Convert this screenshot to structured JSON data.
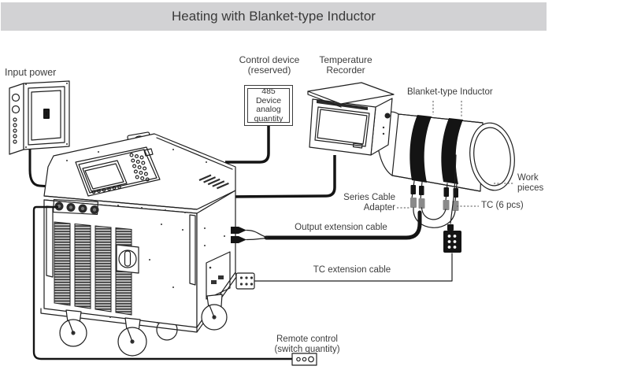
{
  "title": "Heating with Blanket-type Inductor",
  "labels": {
    "input_power": "Input power",
    "control_device": [
      "Control device",
      "(reserved)"
    ],
    "control_device_box": [
      "485 Device",
      "analog",
      "quantity"
    ],
    "temperature_recorder": [
      "Temperature",
      "Recorder"
    ],
    "blanket_inductor": "Blanket-type Inductor",
    "work_pieces": [
      "Work",
      "pieces"
    ],
    "series_cable_adapter": [
      "Series Cable",
      "Adapter"
    ],
    "tc_count": "TC (6 pcs)",
    "output_extension_cable": "Output extension cable",
    "tc_extension_cable": "TC extension cable",
    "remote_control": [
      "Remote control",
      "(switch quantity)"
    ]
  },
  "colors": {
    "title_bar_bg": "#d2d2d4",
    "title_text": "#3a3a3a",
    "label_text": "#3d3d3d",
    "line": "#1f1f1f",
    "inductor_band": "#141414",
    "adapter_gray": "#8a8a8a"
  }
}
